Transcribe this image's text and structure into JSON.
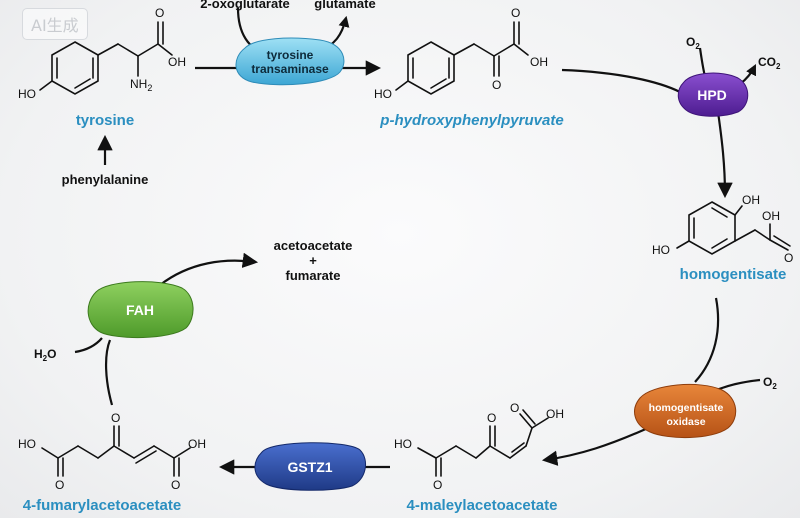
{
  "watermark": "AI生成",
  "compounds": {
    "tyrosine": "tyrosine",
    "phenylalanine": "phenylalanine",
    "hpp": "p-hydroxyphenylpyruvate",
    "homogentisate": "homogentisate",
    "maleyl": "4-maleylacetoacetate",
    "fumaryl": "4-fumarylacetoacetate",
    "products_line1": "acetoacetate",
    "products_plus": "+",
    "products_line2": "fumarate"
  },
  "cosubstrates": {
    "oxoglutarate": "2-oxoglutarate",
    "glutamate": "glutamate",
    "hpd_o2": "O",
    "hpd_o2_sub": "2",
    "hpd_co2": "CO",
    "hpd_co2_sub": "2",
    "hgo_o2": "O",
    "hgo_o2_sub": "2",
    "fah_h2o_h": "H",
    "fah_h2o_sub": "2",
    "fah_h2o_o": "O"
  },
  "enzymes": {
    "tat_line1": "tyrosine",
    "tat_line2": "transaminase",
    "hpd": "HPD",
    "hgo_line1": "homogentisate",
    "hgo_line2": "oxidase",
    "gstz1": "GSTZ1",
    "fah": "FAH"
  },
  "atoms": {
    "oh": "OH",
    "ho": "HO",
    "o": "O",
    "nh2": "NH",
    "nh2_sub": "2"
  },
  "colors": {
    "compound_label": "#2b8fc0",
    "tat": "#5bbfe2",
    "hpd": "#6a2fb0",
    "hgo": "#d2691e",
    "gstz1": "#2e4fa8",
    "fah": "#6cb33f"
  }
}
